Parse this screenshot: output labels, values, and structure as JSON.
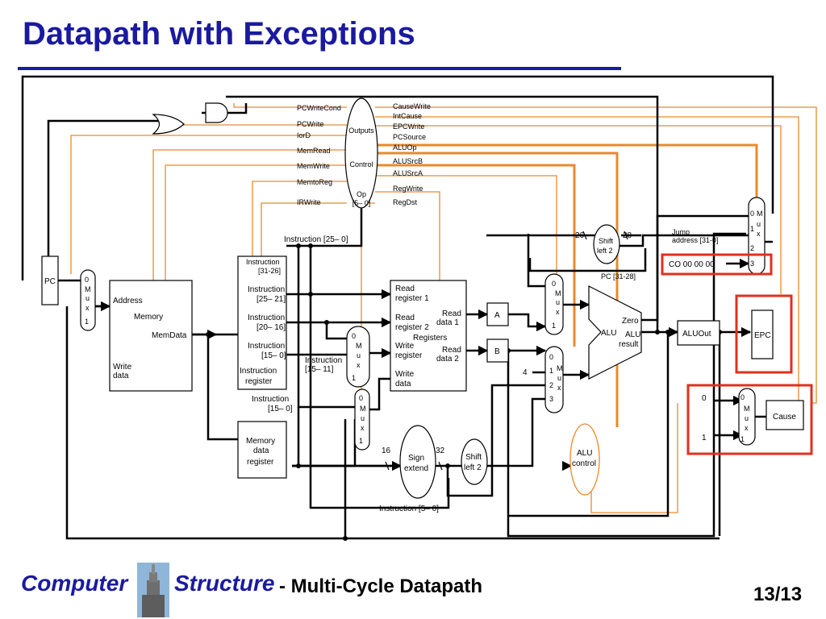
{
  "slide": {
    "title": "Datapath with Exceptions",
    "footer_brand_1": "Computer",
    "footer_brand_2": "Structure",
    "footer_subtitle": "- Multi-Cycle Datapath",
    "page": "13/13"
  },
  "colors": {
    "title": "#1a1aa0",
    "control_line": "#e88a2c",
    "highlight": "#e0301e",
    "wire": "#000000"
  },
  "control": {
    "outputs": "Outputs",
    "control": "Control",
    "op": "Op",
    "op_bits": "[5– 0]",
    "left_signals": [
      "PCWriteCond",
      "PCWrite",
      "IorD",
      "MemRead",
      "MemWrite",
      "MemtoReg",
      "IRWrite"
    ],
    "right_signals": [
      "CauseWrite",
      "IntCause",
      "EPCWrite",
      "PCSource",
      "ALUOp",
      "ALUSrcB",
      "ALUSrcA",
      "RegWrite",
      "RegDst"
    ]
  },
  "blocks": {
    "pc": "PC",
    "memory": {
      "address": "Address",
      "memory": "Memory",
      "memdata": "MemData",
      "write": "Write",
      "data": "data"
    },
    "ir": {
      "f1a": "Instruction",
      "f1b": "[31-26]",
      "f2a": "Instruction",
      "f2b": "[25– 21]",
      "f3a": "Instruction",
      "f3b": "[20– 16]",
      "f4a": "Instruction",
      "f4b": "[15– 0]",
      "name1": "Instruction",
      "name2": "register"
    },
    "ir_top": "Instruction [25– 0]",
    "ir_15_11_a": "Instruction",
    "ir_15_11_b": "[15– 11]",
    "ir_15_0_a": "Instruction",
    "ir_15_0_b": "[15– 0]",
    "ir_5_0": "Instruction [5– 0]",
    "mdr": [
      "Memory",
      "data",
      "register"
    ],
    "regs": {
      "rr1a": "Read",
      "rr1b": "register 1",
      "rr2a": "Read",
      "rr2b": "register 2",
      "wra": "Write",
      "wrb": "register",
      "wda": "Write",
      "wdb": "data",
      "rd1a": "Read",
      "rd1b": "data 1",
      "rd2a": "Read",
      "rd2b": "data 2",
      "name": "Registers"
    },
    "a": "A",
    "b": "B",
    "alu": {
      "name": "ALU",
      "zero": "Zero",
      "res1": "ALU",
      "res2": "result"
    },
    "aluout": "ALUOut",
    "epc": "EPC",
    "cause": "Cause",
    "alu_control": [
      "ALU",
      "control"
    ],
    "sign_extend": [
      "Sign",
      "extend"
    ],
    "shift_left_2": [
      "Shift",
      "left 2"
    ],
    "jump_address": [
      "Jump",
      "address [31-0]"
    ],
    "co_const": "CO 00 00 00",
    "pc_upper": "PC [31-28]",
    "mux": [
      "M",
      "u",
      "x"
    ],
    "num": {
      "n0": "0",
      "n1": "1",
      "n2": "2",
      "n3": "3",
      "n4": "4",
      "n16": "16",
      "n26": "26",
      "n28": "28",
      "n32": "32"
    }
  }
}
